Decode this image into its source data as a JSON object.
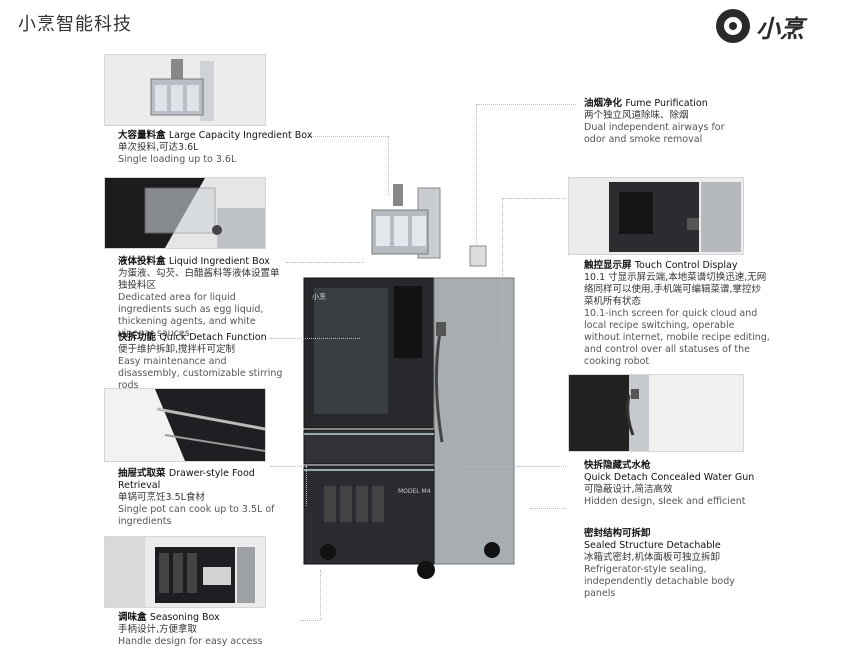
{
  "header": {
    "brand_title": "小烹智能科技",
    "logo_text": "小烹"
  },
  "features_left": [
    {
      "cn_title": "大容量料盒",
      "en_title": "Large Capacity Ingredient Box",
      "cn_desc": "单次投料,可达3.6L",
      "en_desc": "Single loading up to 3.6L"
    },
    {
      "cn_title": "液体投料盒",
      "en_title": "Liquid Ingredient Box",
      "cn_desc": "为蛋液、勾芡、白醋酱料等液体设置单独投料区",
      "en_desc": "Dedicated area for liquid ingredients such as egg liquid, thickening agents, and white vinegar sauces"
    },
    {
      "cn_title": "快拆功能",
      "en_title": "Quick Detach Function",
      "cn_desc": "便于维护拆卸,搅拌杆可定制",
      "en_desc": "Easy maintenance and disassembly, customizable stirring rods"
    },
    {
      "cn_title": "抽屉式取菜",
      "en_title": "Drawer-style Food Retrieval",
      "cn_desc": "单锅可烹饪3.5L食材",
      "en_desc": "Single pot can cook up to 3.5L of ingredients"
    },
    {
      "cn_title": "调味盒",
      "en_title": "Seasoning Box",
      "cn_desc": "手柄设计,方便拿取",
      "en_desc": "Handle design for easy access"
    }
  ],
  "features_right": [
    {
      "cn_title": "油烟净化",
      "en_title": "Fume Purification",
      "cn_desc": "两个独立风道除味、除烟",
      "en_desc": "Dual independent airways for odor and smoke removal"
    },
    {
      "cn_title": "触控显示屏",
      "en_title": "Touch Control Display",
      "cn_desc": "10.1 寸显示屏云端,本地菜谱切换迅速,无网络同样可以使用,手机端可编辑菜谱,掌控炒菜机所有状态",
      "en_desc": "10.1-inch screen for quick cloud and local recipe switching, operable without internet, mobile recipe editing, and control over all statuses of the cooking robot"
    },
    {
      "cn_title": "快拆隐藏式水枪",
      "en_title": "Quick Detach Concealed Water Gun",
      "cn_desc": "可隐蔽设计,简洁高效",
      "en_desc": "Hidden design, sleek and efficient"
    },
    {
      "cn_title": "密封结构可拆卸",
      "en_title": "Sealed Structure Detachable",
      "cn_desc": "冰箱式密封,机体面板可独立拆卸",
      "en_desc": "Refrigerator-style sealing, independently detachable body panels"
    }
  ],
  "machine": {
    "model_text": "MODEL M4",
    "badge_text": "小烹"
  },
  "colors": {
    "cabinet_dark": "#222428",
    "steel": "#9a9ea3",
    "glass": "#3a3d42",
    "accent": "#111111"
  }
}
